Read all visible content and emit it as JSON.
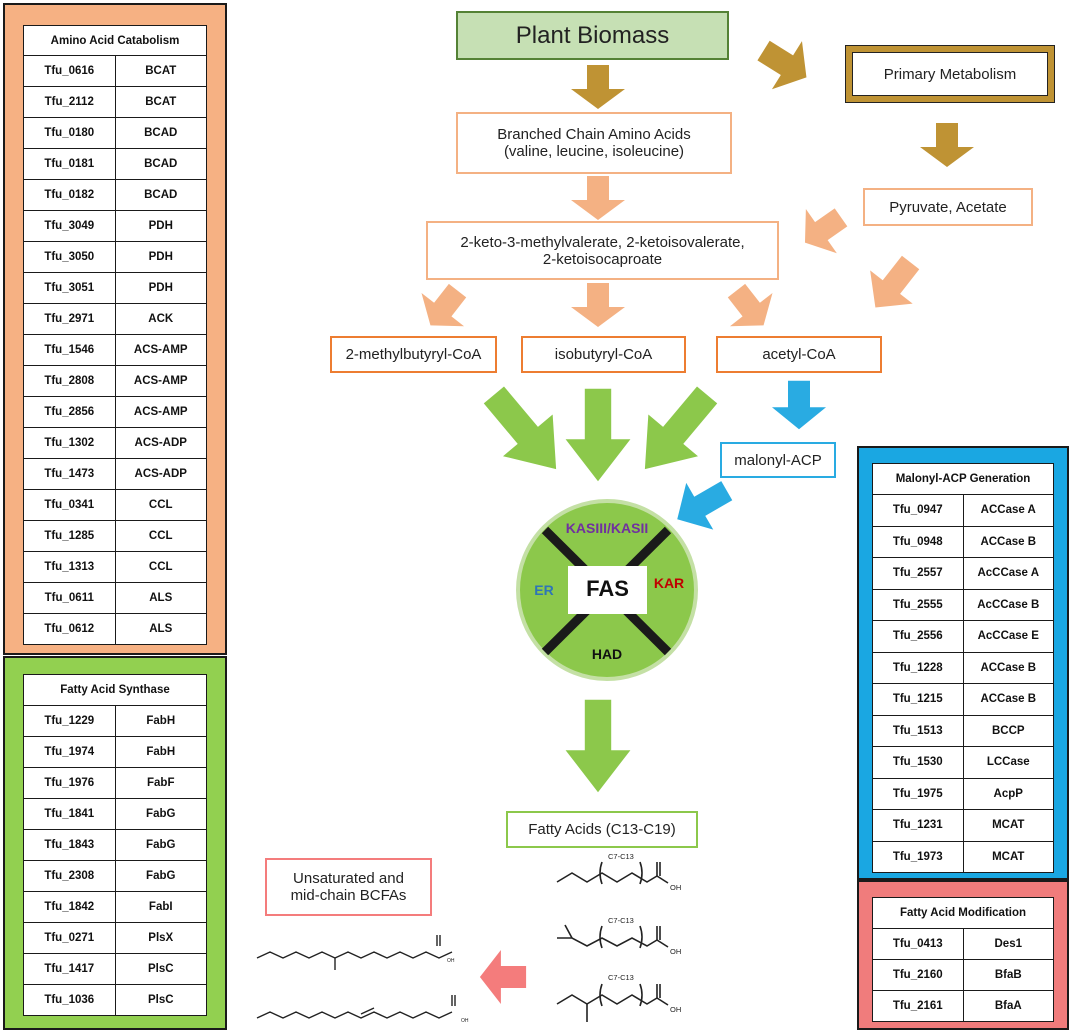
{
  "colors": {
    "orange_panel": "#f6b183",
    "green_panel": "#92d050",
    "blue_panel": "#1aa7e2",
    "red_panel": "#f07c7c",
    "gold": "#bf9334",
    "peach": "#f4b183",
    "orange_border": "#ed7d31",
    "green": "#8cc84b",
    "blue": "#29abe2",
    "salmon": "#f47c7c"
  },
  "amino": {
    "title": "Amino Acid Catabolism",
    "rows": [
      [
        "Tfu_0616",
        "BCAT"
      ],
      [
        "Tfu_2112",
        "BCAT"
      ],
      [
        "Tfu_0180",
        "BCAD"
      ],
      [
        "Tfu_0181",
        "BCAD"
      ],
      [
        "Tfu_0182",
        "BCAD"
      ],
      [
        "Tfu_3049",
        "PDH"
      ],
      [
        "Tfu_3050",
        "PDH"
      ],
      [
        "Tfu_3051",
        "PDH"
      ],
      [
        "Tfu_2971",
        "ACK"
      ],
      [
        "Tfu_1546",
        "ACS-AMP"
      ],
      [
        "Tfu_2808",
        "ACS-AMP"
      ],
      [
        "Tfu_2856",
        "ACS-AMP"
      ],
      [
        "Tfu_1302",
        "ACS-ADP"
      ],
      [
        "Tfu_1473",
        "ACS-ADP"
      ],
      [
        "Tfu_0341",
        "CCL"
      ],
      [
        "Tfu_1285",
        "CCL"
      ],
      [
        "Tfu_1313",
        "CCL"
      ],
      [
        "Tfu_0611",
        "ALS"
      ],
      [
        "Tfu_0612",
        "ALS"
      ]
    ]
  },
  "fas_table": {
    "title": "Fatty Acid Synthase",
    "rows": [
      [
        "Tfu_1229",
        "FabH"
      ],
      [
        "Tfu_1974",
        "FabH"
      ],
      [
        "Tfu_1976",
        "FabF"
      ],
      [
        "Tfu_1841",
        "FabG"
      ],
      [
        "Tfu_1843",
        "FabG"
      ],
      [
        "Tfu_2308",
        "FabG"
      ],
      [
        "Tfu_1842",
        "FabI"
      ],
      [
        "Tfu_0271",
        "PlsX"
      ],
      [
        "Tfu_1417",
        "PlsC"
      ],
      [
        "Tfu_1036",
        "PlsC"
      ]
    ]
  },
  "malonyl_table": {
    "title": "Malonyl-ACP Generation",
    "rows": [
      [
        "Tfu_0947",
        "ACCase A"
      ],
      [
        "Tfu_0948",
        "ACCase B"
      ],
      [
        "Tfu_2557",
        "AcCCase A"
      ],
      [
        "Tfu_2555",
        "AcCCase B"
      ],
      [
        "Tfu_2556",
        "AcCCase E"
      ],
      [
        "Tfu_1228",
        "ACCase B"
      ],
      [
        "Tfu_1215",
        "ACCase B"
      ],
      [
        "Tfu_1513",
        "BCCP"
      ],
      [
        "Tfu_1530",
        "LCCase"
      ],
      [
        "Tfu_1975",
        "AcpP"
      ],
      [
        "Tfu_1231",
        "MCAT"
      ],
      [
        "Tfu_1973",
        "MCAT"
      ]
    ]
  },
  "mod_table": {
    "title": "Fatty Acid Modification",
    "rows": [
      [
        "Tfu_0413",
        "Des1"
      ],
      [
        "Tfu_2160",
        "BfaB"
      ],
      [
        "Tfu_2161",
        "BfaA"
      ]
    ]
  },
  "nodes": {
    "plant_biomass": "Plant Biomass",
    "primary_metabolism": "Primary Metabolism",
    "bcaa_line1": "Branched Chain Amino Acids",
    "bcaa_line2": "(valine, leucine, isoleucine)",
    "pyruvate": "Pyruvate, Acetate",
    "keto_line1": "2-keto-3-methylvalerate, 2-ketoisovalerate,",
    "keto_line2": "2-ketoisocaproate",
    "methylbutyryl": "2-methylbutyryl-CoA",
    "isobutyryl": "isobutyryl-CoA",
    "acetyl": "acetyl-CoA",
    "malonyl": "malonyl-ACP",
    "fatty_acids": "Fatty Acids (C13-C19)",
    "unsat_line1": "Unsaturated and",
    "unsat_line2": "mid-chain BCFAs"
  },
  "fas_circle": {
    "center": "FAS",
    "top": "KASIII/KASII",
    "left": "ER",
    "right": "KAR",
    "bottom": "HAD"
  },
  "structures": {
    "chain_label": "C7-C13",
    "oh": "OH"
  }
}
